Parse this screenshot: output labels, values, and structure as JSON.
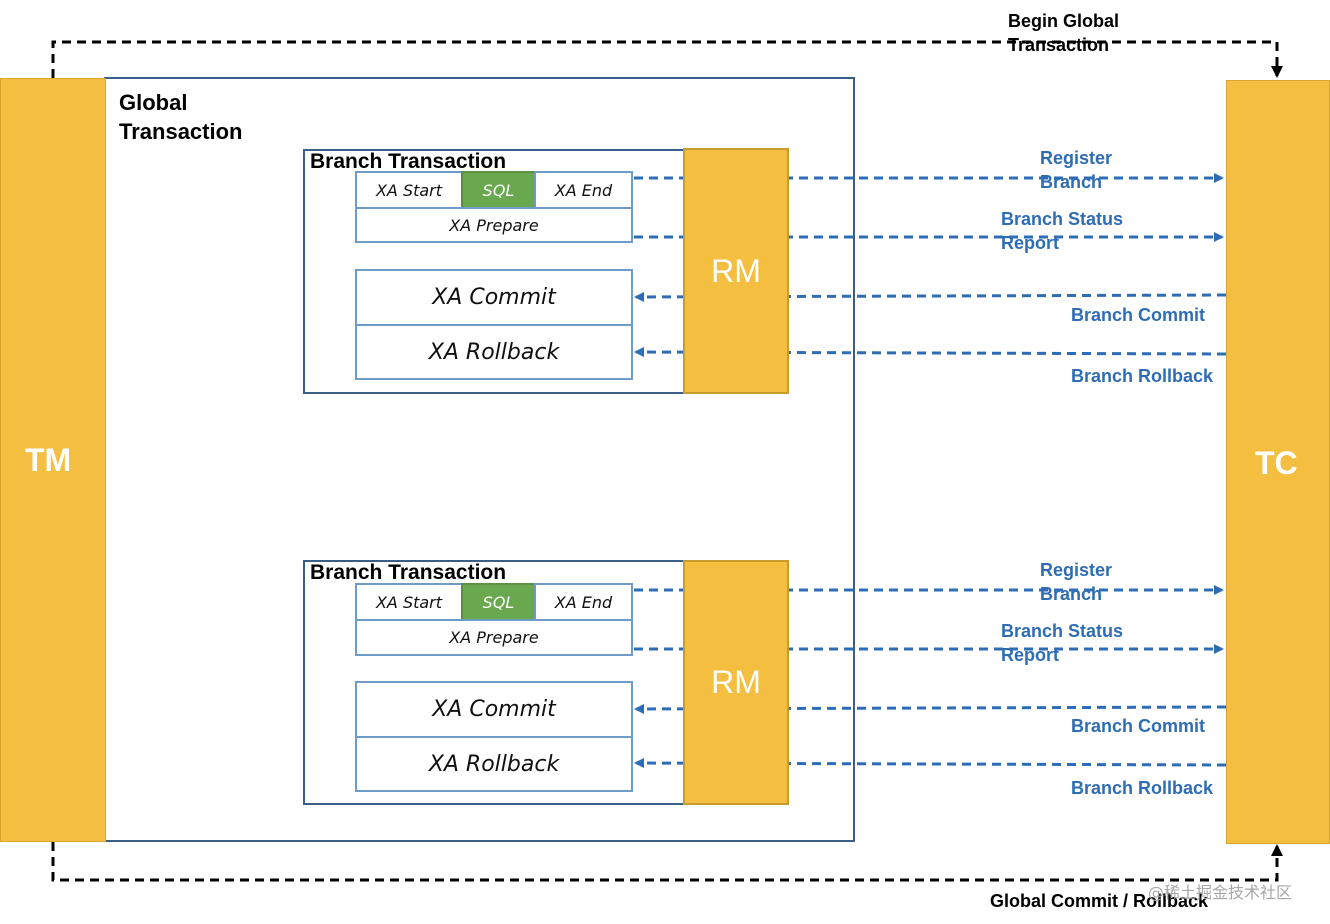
{
  "tm": {
    "label": "TM"
  },
  "tc": {
    "label": "TC"
  },
  "global": {
    "title_line1": "Global",
    "title_line2": "Transaction"
  },
  "top_edge": {
    "label_line1": "Begin Global",
    "label_line2": "Transaction"
  },
  "bottom_edge": {
    "label": "Global Commit / Rollback"
  },
  "branches": [
    {
      "title": "Branch Transaction",
      "xa_start": "XA Start",
      "sql": "SQL",
      "xa_end": "XA End",
      "xa_prepare": "XA Prepare",
      "xa_commit": "XA Commit",
      "xa_rollback": "XA Rollback",
      "rm": "RM",
      "register_line1": "Register",
      "register_line2": "Branch",
      "status_line1": "Branch Status",
      "status_line2": "Report",
      "commit": "Branch Commit",
      "rollback": "Branch Rollback"
    },
    {
      "title": "Branch Transaction",
      "xa_start": "XA Start",
      "sql": "SQL",
      "xa_end": "XA End",
      "xa_prepare": "XA Prepare",
      "xa_commit": "XA Commit",
      "xa_rollback": "XA Rollback",
      "rm": "RM",
      "register_line1": "Register",
      "register_line2": "Branch",
      "status_line1": "Branch Status",
      "status_line2": "Report",
      "commit": "Branch Commit",
      "rollback": "Branch Rollback"
    }
  ],
  "watermark": "@稀土掘金技术社区",
  "colors": {
    "bar": "#f4bf41",
    "sql": "#6aa84f",
    "arrow": "#2e6db5",
    "frame": "#3a5f87",
    "cell_border": "#6f9bc8"
  }
}
